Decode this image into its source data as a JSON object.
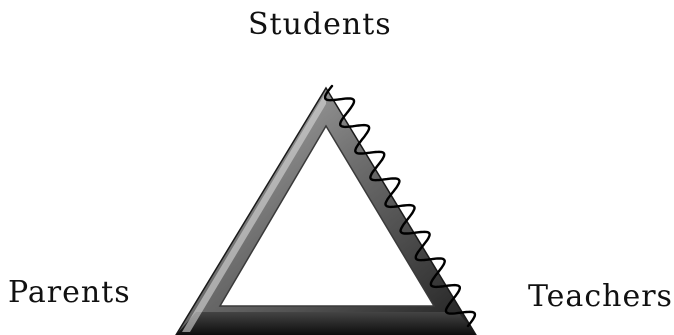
{
  "diagram": {
    "nodes": {
      "top": {
        "label": "Students"
      },
      "left": {
        "label": "Parents"
      },
      "right": {
        "label": "Teachers"
      }
    },
    "triangle": {
      "fill_dark": "#2b2b2b",
      "fill_light": "#9a9a9a",
      "inner_fill": "#ffffff"
    },
    "squiggle": {
      "color": "#000000",
      "edge": "Students-Teachers"
    }
  }
}
